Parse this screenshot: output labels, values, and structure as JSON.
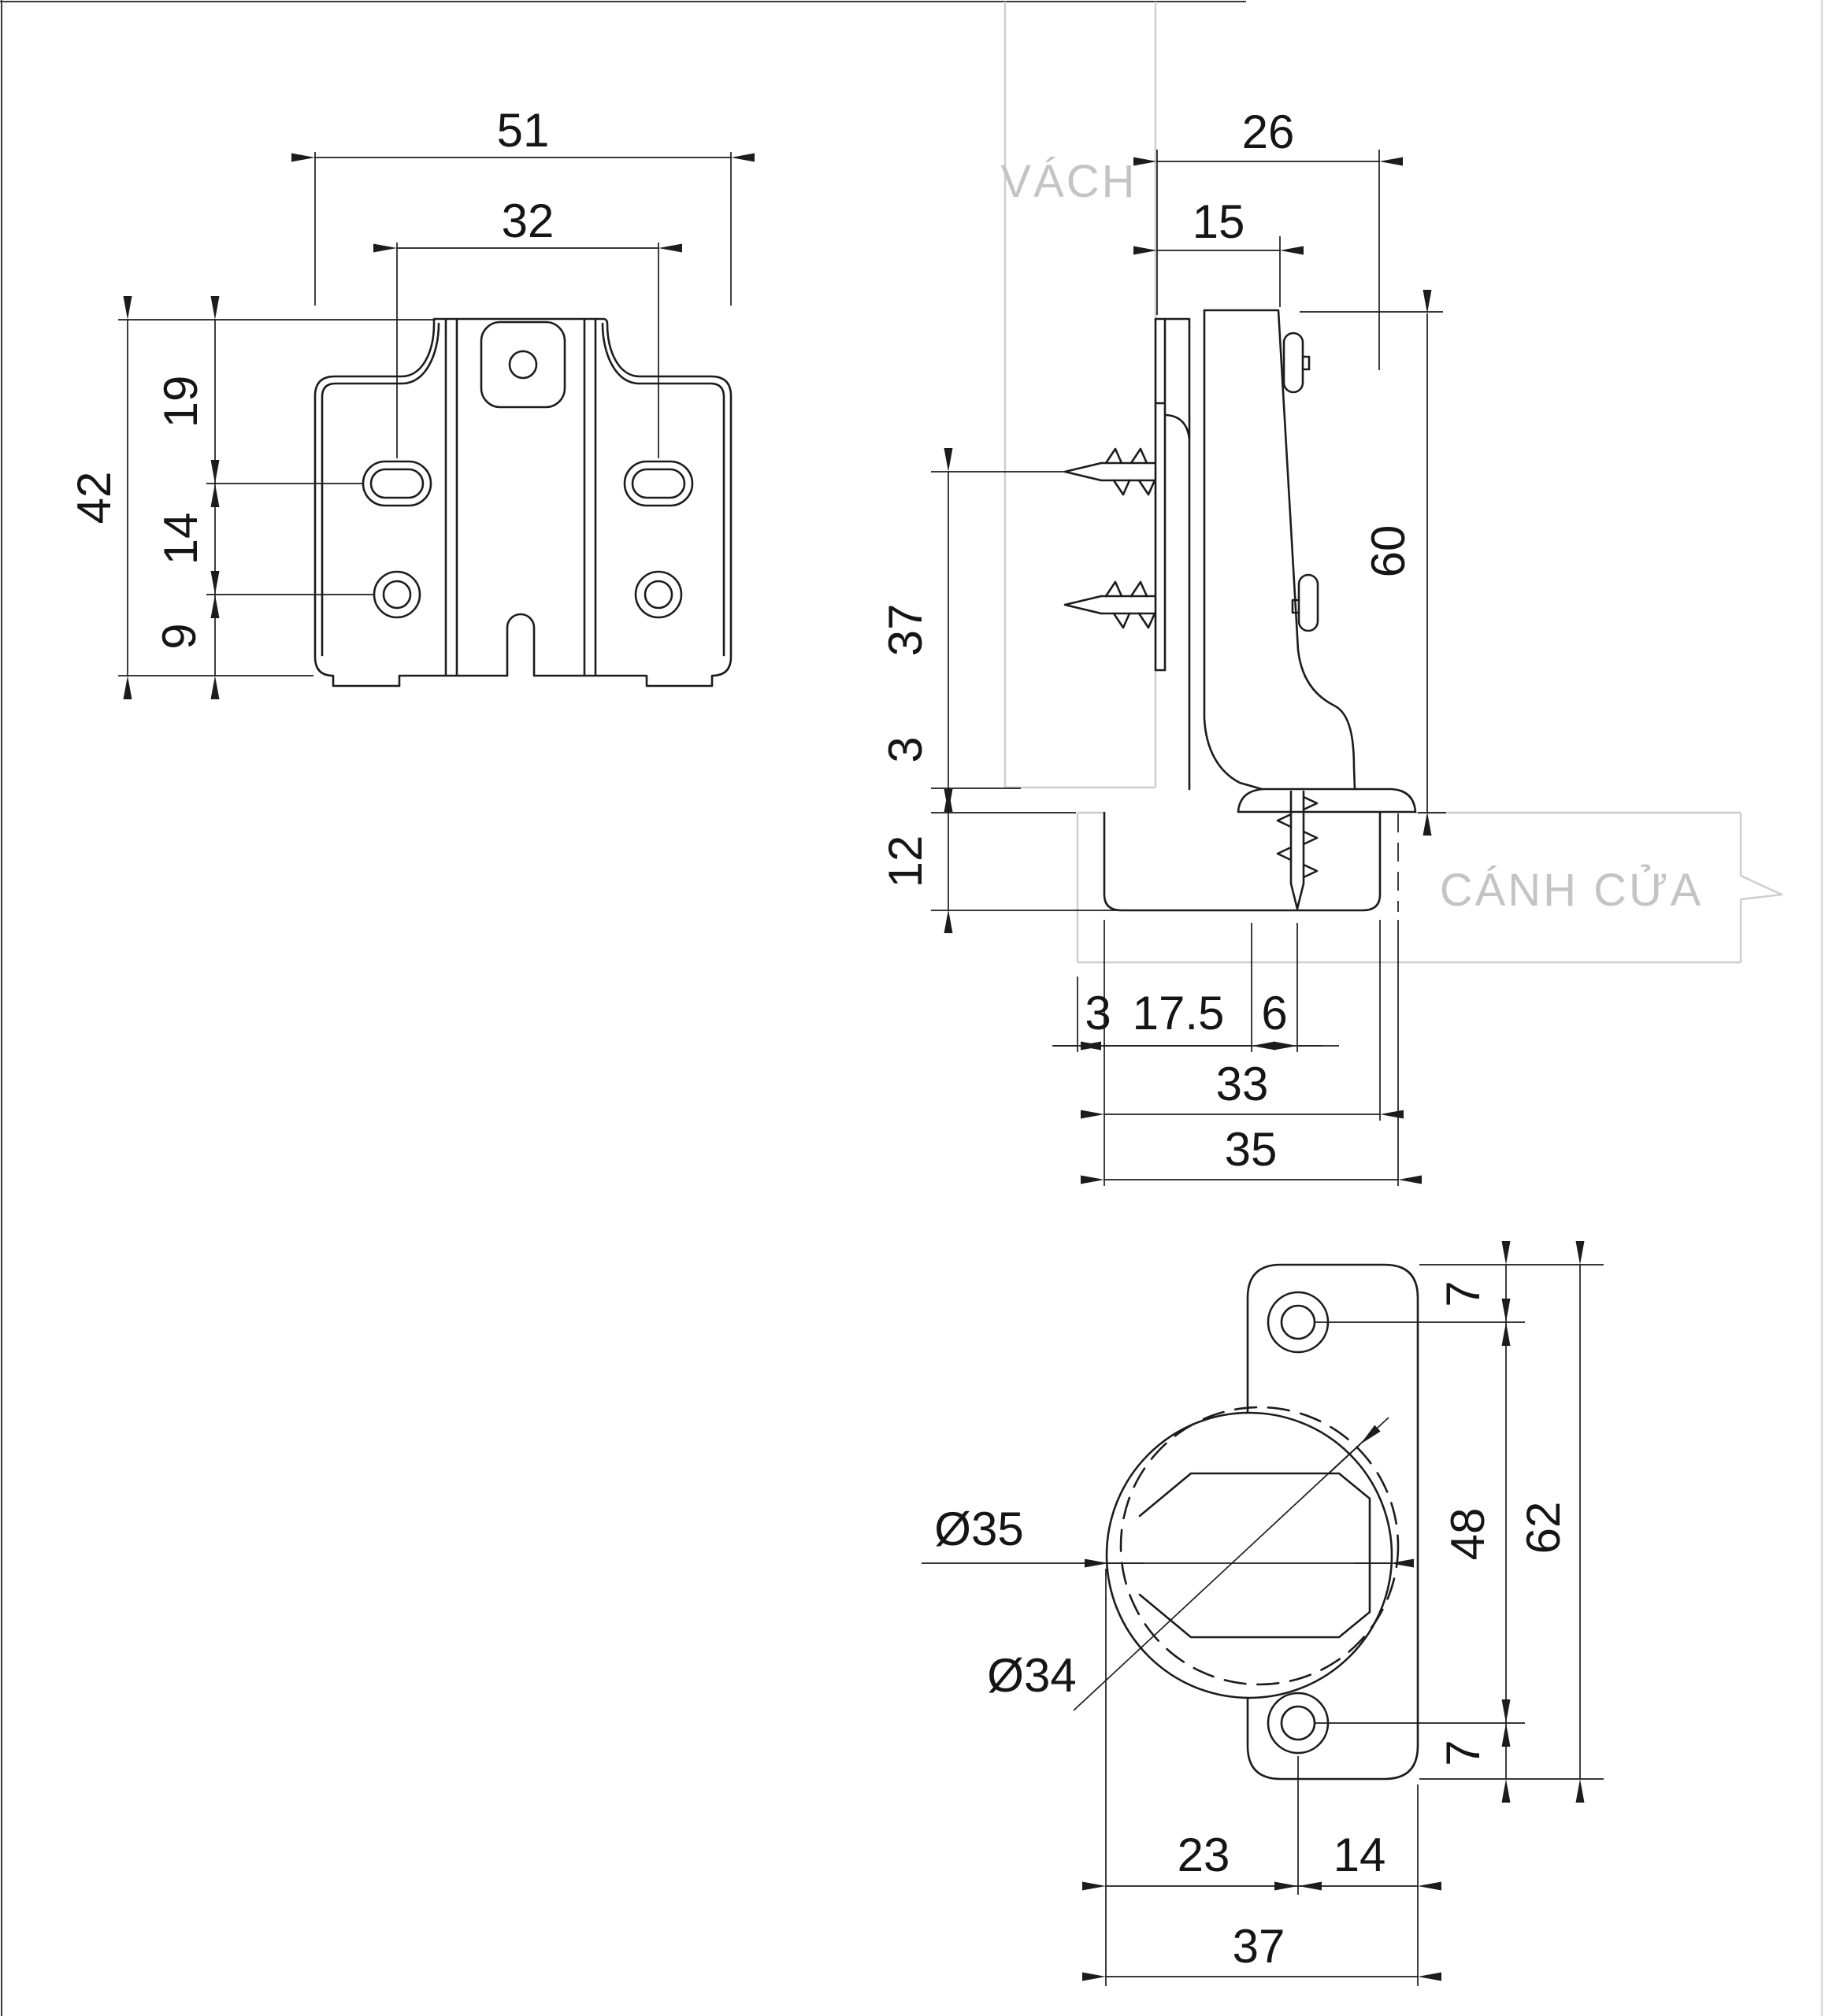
{
  "colors": {
    "background": "#ffffff",
    "line": "#1c1c1c",
    "panel_line": "#cdcdcd",
    "panel_text": "#c4c4c4"
  },
  "plate_view": {
    "width": "51",
    "slot_spacing": "32",
    "height": "42",
    "top_to_slot": "19",
    "slot_to_hole": "14",
    "hole_to_bottom": "9"
  },
  "side_view": {
    "wall_label": "VÁCH",
    "door_label": "CÁNH CỬA",
    "overlay_depth": "26",
    "arm_top_depth": "15",
    "total_height": "60",
    "screw_to_flange": "37",
    "flange_height": "3",
    "cup_depth": "12",
    "edge_gap": "3",
    "gap_to_screw": "17.5",
    "screw_gap": "6",
    "cup_width": "33",
    "hole_span": "35"
  },
  "cup_view": {
    "top_margin": "7",
    "screw_spacing": "48",
    "plate_height": "62",
    "bottom_margin": "7",
    "cup_to_screw": "23",
    "screw_to_edge": "14",
    "total_width": "37",
    "drill_diameter": "Ø35",
    "cup_diameter": "Ø34"
  }
}
